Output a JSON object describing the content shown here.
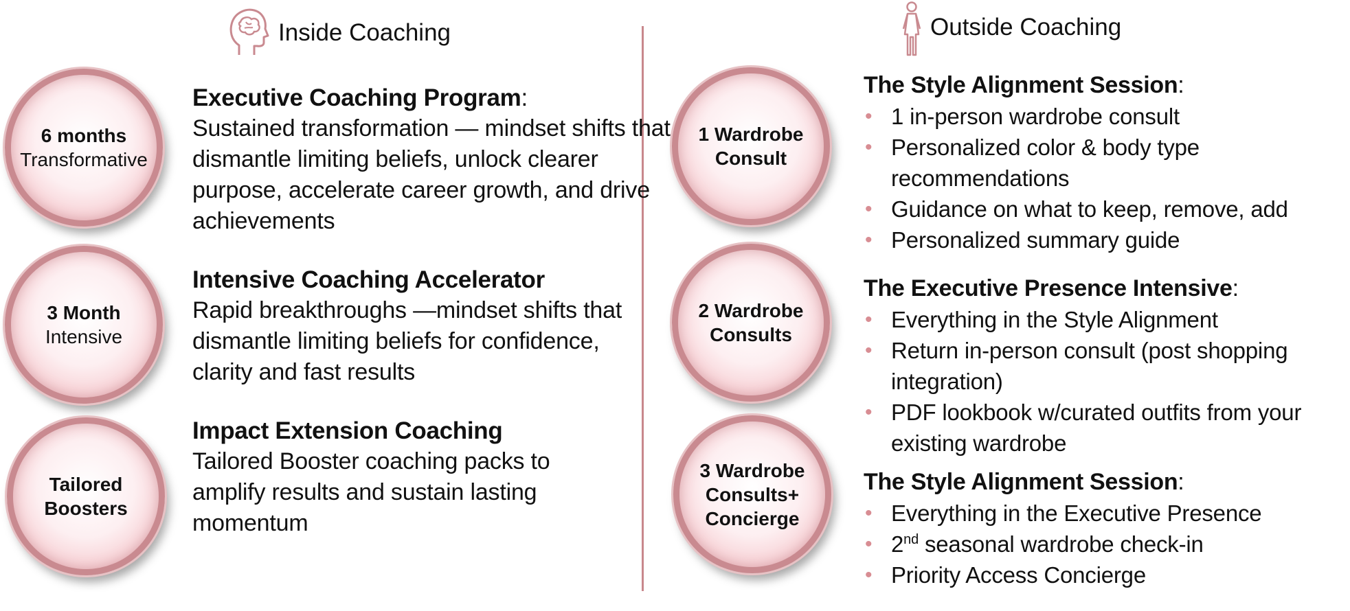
{
  "left": {
    "title": "Inside Coaching",
    "programs": [
      {
        "badge_top": "6 months",
        "badge_bottom": "Transformative",
        "title": "Executive Coaching Program",
        "title_suffix": ":",
        "desc": "Sustained transformation — mindset shifts that dismantle limiting beliefs, unlock clearer purpose, accelerate career growth, and drive achievements"
      },
      {
        "badge_top": "3 Month",
        "badge_bottom": "Intensive",
        "title": "Intensive Coaching Accelerator",
        "title_suffix": "",
        "desc": "Rapid breakthroughs —mindset shifts that dismantle limiting beliefs for confidence, clarity and fast results"
      },
      {
        "badge_top": "Tailored",
        "badge_bottom": "Boosters",
        "title": "Impact Extension Coaching",
        "title_suffix": "",
        "desc": "Tailored Booster coaching packs to amplify results and sustain lasting momentum"
      }
    ]
  },
  "right": {
    "title": "Outside Coaching",
    "packages": [
      {
        "badge_lines": [
          "1 Wardrobe",
          "Consult"
        ],
        "title": "The Style Alignment Session",
        "title_suffix": ":",
        "bullets": [
          "1 in-person wardrobe consult",
          "Personalized color & body type recommendations",
          "Guidance on what to keep, remove, add",
          "Personalized summary guide"
        ]
      },
      {
        "badge_lines": [
          "2 Wardrobe",
          "Consults"
        ],
        "title": "The Executive Presence Intensive",
        "title_suffix": ":",
        "bullets": [
          "Everything in the Style Alignment",
          "Return in-person consult (post shopping integration)",
          "PDF lookbook w/curated outfits from your existing wardrobe"
        ]
      },
      {
        "badge_lines": [
          "3 Wardrobe",
          "Consults+",
          "Concierge"
        ],
        "title": "The Style Alignment Session",
        "title_suffix": ":",
        "bullets": [
          "Everything in the Executive Presence",
          "2nd seasonal wardrobe check-in",
          "Priority Access Concierge"
        ],
        "bullet2_parts": {
          "num": "2",
          "sup": "nd",
          "rest": " seasonal wardrobe check-in"
        }
      }
    ]
  },
  "icons": {
    "left": "brain-head-icon",
    "right": "woman-figure-icon"
  },
  "colors": {
    "accent": "#c98a90",
    "divider": "#c8888c",
    "bullet": "#d88d93"
  }
}
